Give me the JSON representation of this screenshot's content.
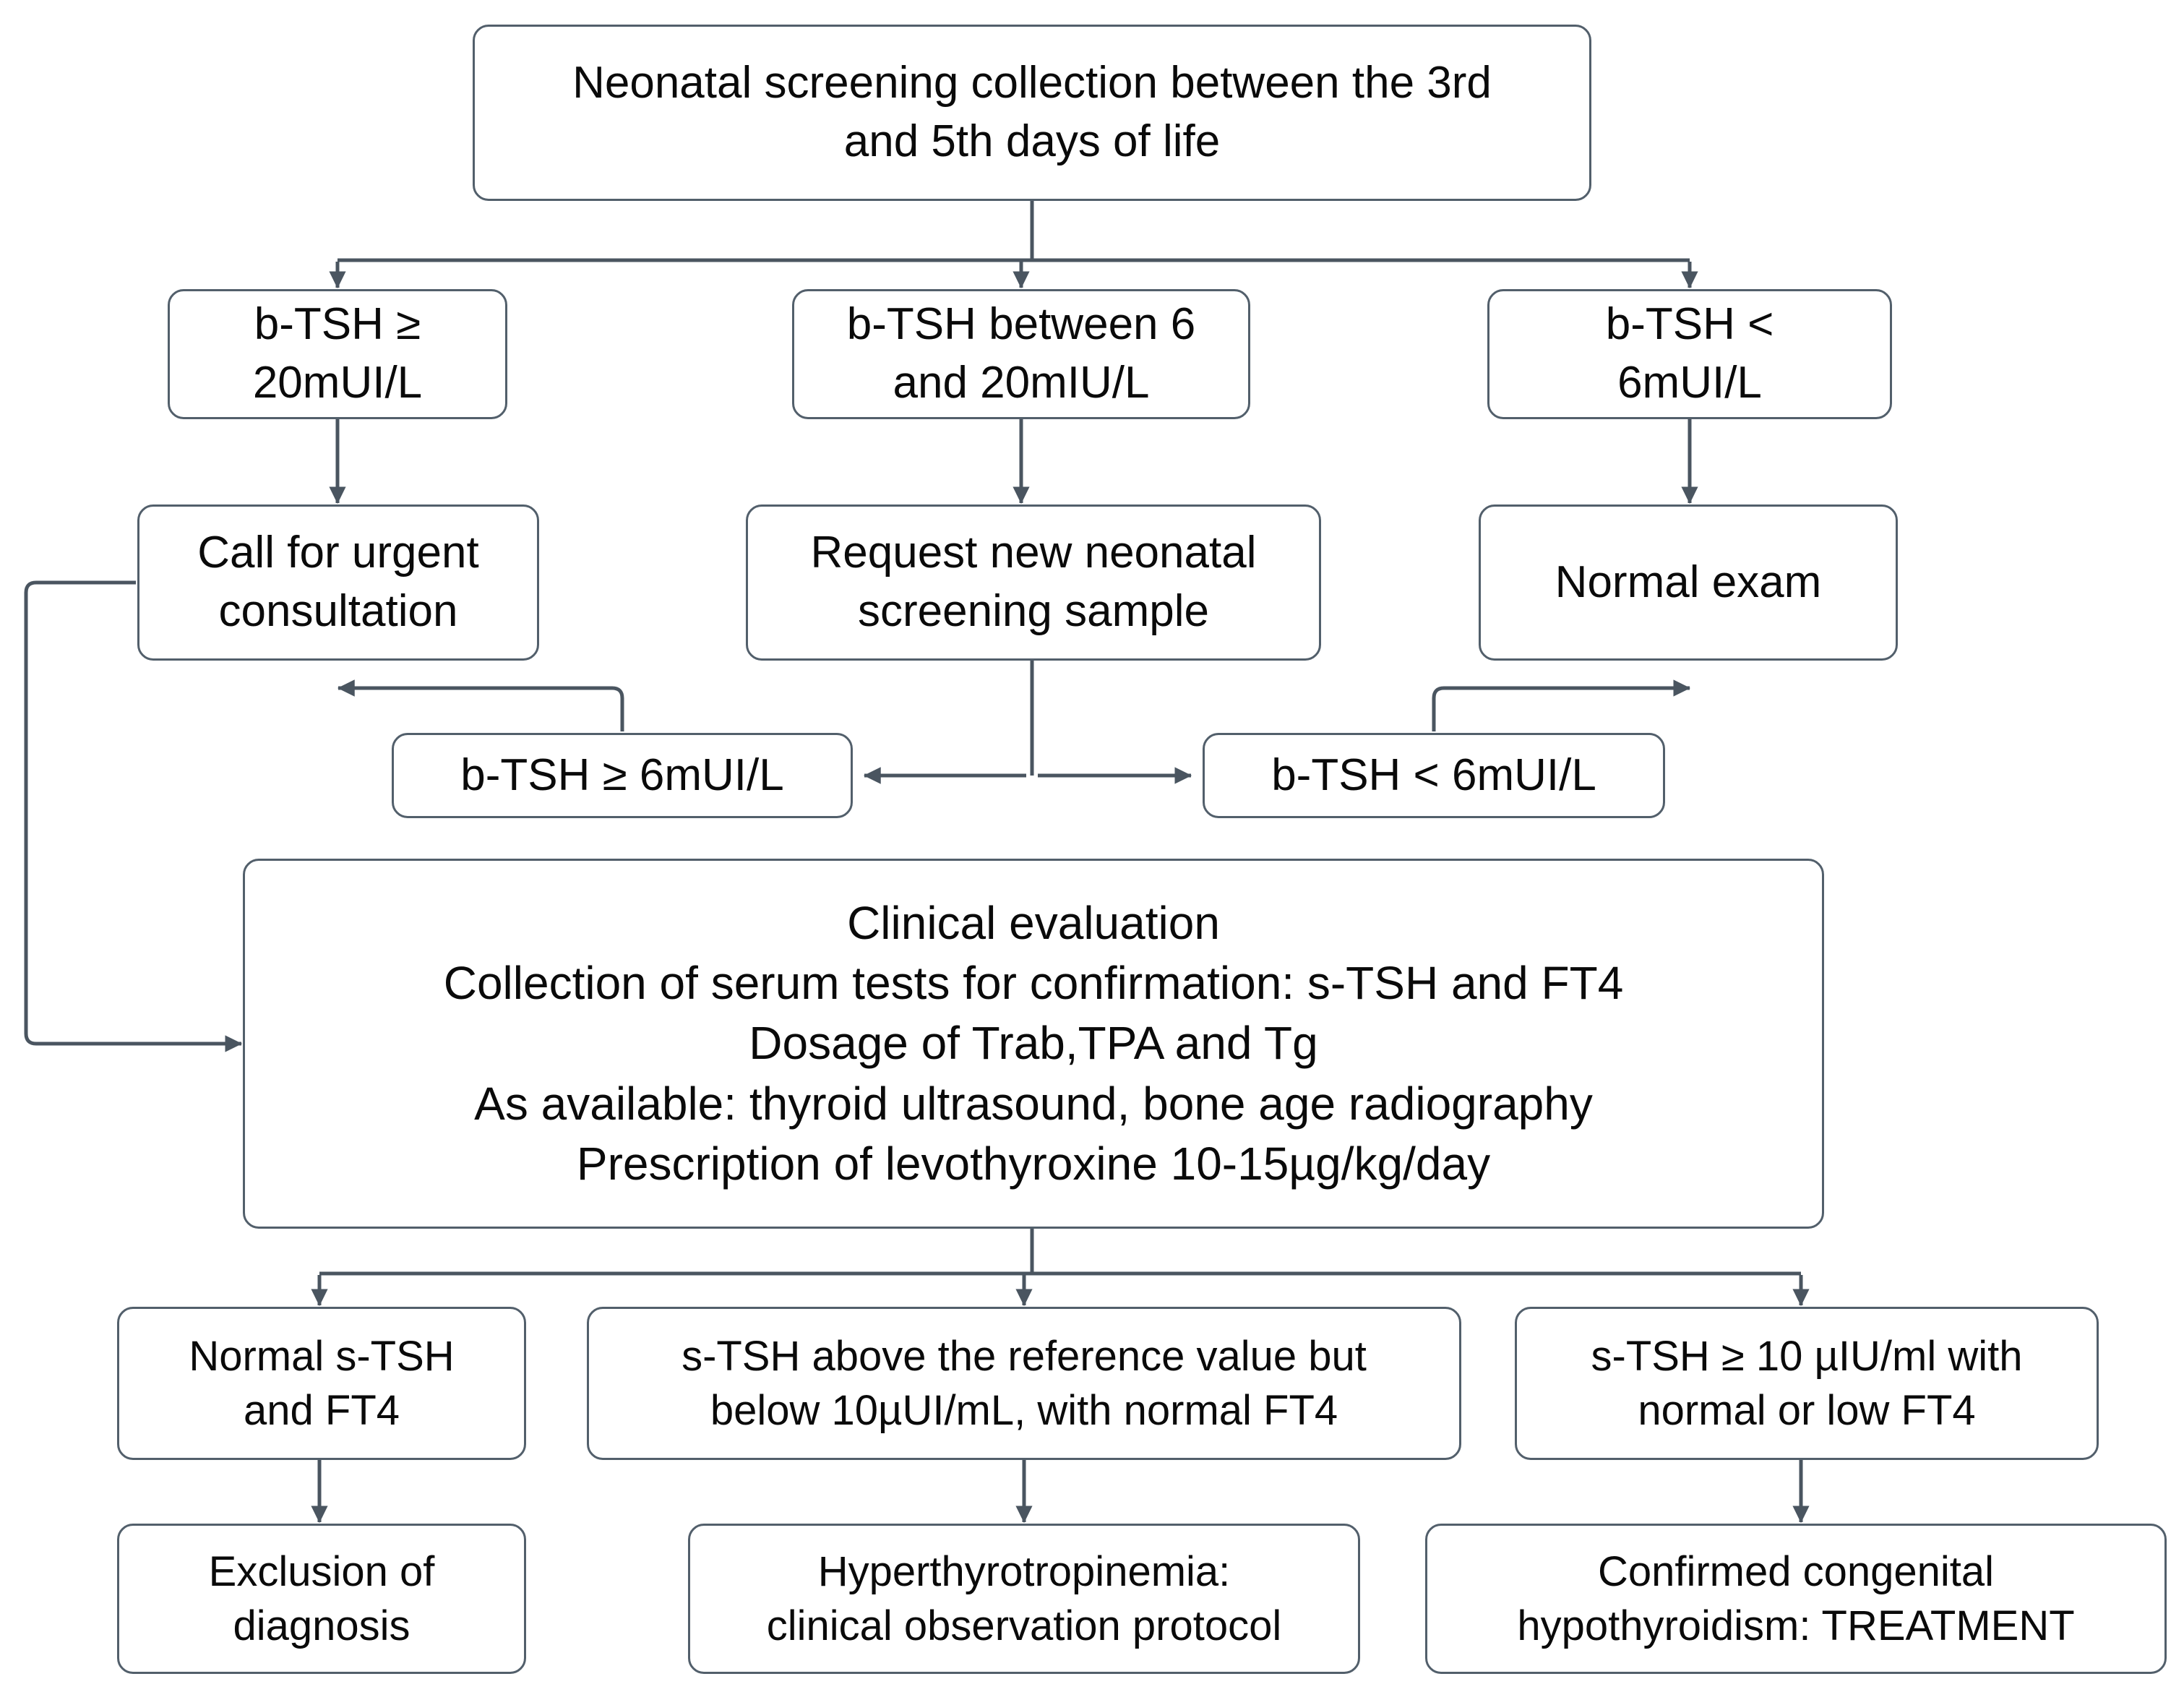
{
  "diagram": {
    "title": "Neonatal screening / congenital hypothyroidism algorithm",
    "colors": {
      "box_border": "#525f6b",
      "box_fill": "#ffffff",
      "text": "#0a0a0a",
      "connector": "#4a5560",
      "background": "#ffffff"
    },
    "nodes": {
      "collection": "Neonatal screening collection between the 3rd\nand 5th days of life",
      "tsh_high": "b-TSH ≥\n20mUI/L",
      "tsh_mid": "b-TSH between 6\nand 20mIU/L",
      "tsh_low": "b-TSH <\n6mUI/L",
      "urgent_consultation": "Call for urgent\nconsultation",
      "new_sample": "Request new neonatal\nscreening sample",
      "normal_exam": "Normal exam",
      "retest_ge6": "b-TSH ≥ 6mUI/L",
      "retest_lt6": "b-TSH < 6mUI/L",
      "clinical_evaluation": "Clinical evaluation\nCollection of serum tests for confirmation: s-TSH and FT4\nDosage of Trab,TPA  and Tg\nAs available: thyroid ultrasound, bone age radiography\nPrescription of levothyroxine 10-15µg/kg/day",
      "out_normal": "Normal s-TSH\nand FT4",
      "out_above_ref": "s-TSH above the reference value but\nbelow 10µUI/mL, with normal FT4",
      "out_high": "s-TSH ≥ 10 µIU/ml with\nnormal or low FT4",
      "exclusion": "Exclusion of\ndiagnosis",
      "hyperthyrotropinemia": "Hyperthyrotropinemia:\nclinical observation protocol",
      "confirmed": "Confirmed congenital\nhypothyroidism: TREATMENT"
    },
    "edges": [
      {
        "from": "collection",
        "to": "tsh_high"
      },
      {
        "from": "collection",
        "to": "tsh_mid"
      },
      {
        "from": "collection",
        "to": "tsh_low"
      },
      {
        "from": "tsh_high",
        "to": "urgent_consultation"
      },
      {
        "from": "tsh_mid",
        "to": "new_sample"
      },
      {
        "from": "tsh_low",
        "to": "normal_exam"
      },
      {
        "from": "new_sample",
        "to": "retest_ge6"
      },
      {
        "from": "new_sample",
        "to": "retest_lt6"
      },
      {
        "from": "retest_ge6",
        "to": "urgent_consultation"
      },
      {
        "from": "retest_lt6",
        "to": "normal_exam"
      },
      {
        "from": "urgent_consultation",
        "to": "clinical_evaluation"
      },
      {
        "from": "clinical_evaluation",
        "to": "out_normal"
      },
      {
        "from": "clinical_evaluation",
        "to": "out_above_ref"
      },
      {
        "from": "clinical_evaluation",
        "to": "out_high"
      },
      {
        "from": "out_normal",
        "to": "exclusion"
      },
      {
        "from": "out_above_ref",
        "to": "hyperthyrotropinemia"
      },
      {
        "from": "out_high",
        "to": "confirmed"
      }
    ]
  }
}
